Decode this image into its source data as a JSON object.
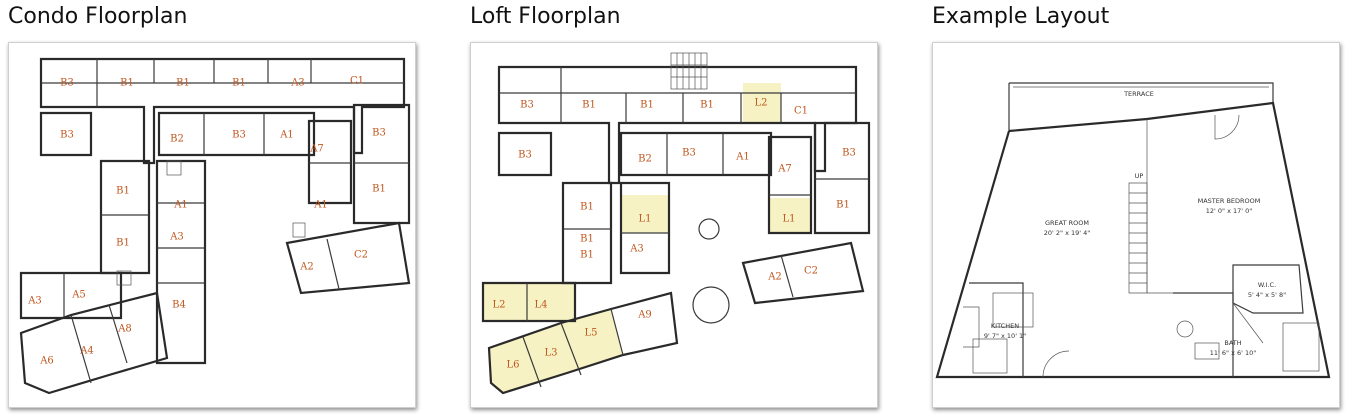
{
  "panels": {
    "condo": {
      "title": "Condo Floorplan",
      "units": [
        "B3",
        "B1",
        "B1",
        "B1",
        "A3",
        "C1",
        "B3",
        "B2",
        "B3",
        "A1",
        "A7",
        "B3",
        "B1",
        "A1",
        "B1",
        "A1",
        "B1",
        "A3",
        "C2",
        "A2",
        "B4",
        "A3",
        "A5",
        "A8",
        "A4",
        "A6"
      ]
    },
    "loft": {
      "title": "Loft Floorplan",
      "units": [
        "B3",
        "B1",
        "B1",
        "B1",
        "L2",
        "C1",
        "B3",
        "B2",
        "B3",
        "A1",
        "A7",
        "B3",
        "B1",
        "L1",
        "L1",
        "B1",
        "B1",
        "A3",
        "B1",
        "C2",
        "A2",
        "L2",
        "L4",
        "A9",
        "L5",
        "L3",
        "L6"
      ],
      "highlight_color": "#f6f2c4"
    },
    "layout": {
      "title": "Example Layout",
      "rooms": {
        "terrace": "TERRACE",
        "up": "UP",
        "master_name": "MASTER BEDROOM",
        "master_size": "12' 0\" x 17' 0\"",
        "great_name": "GREAT ROOM",
        "great_size": "20' 2\" x 19' 4\"",
        "wic_name": "W.I.C.",
        "wic_size": "5' 4\" x 5' 8\"",
        "kitchen_name": "KITCHEN",
        "kitchen_size": "9' 7\" x 10' 1\"",
        "bath_name": "BATH",
        "bath_size": "11' 6\" x 6' 10\""
      }
    }
  }
}
